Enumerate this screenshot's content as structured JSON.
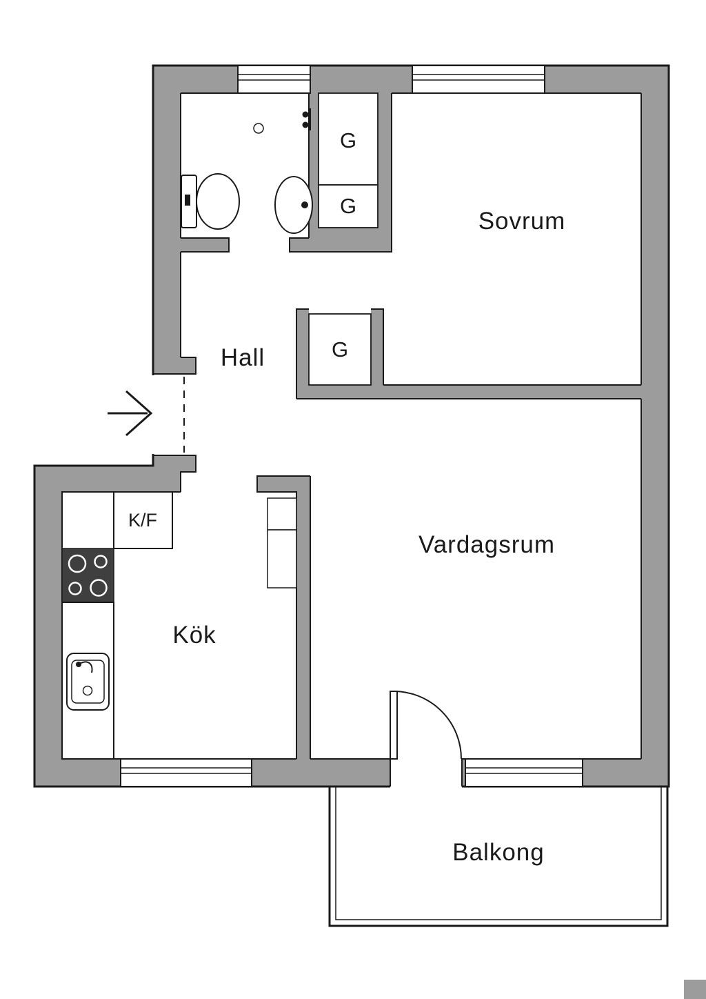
{
  "colors": {
    "wall": "#9c9c9c",
    "line": "#1a1a1a",
    "floor": "#ffffff",
    "appliance_dark": "#3f3f3f"
  },
  "rooms": {
    "sovrum": {
      "label": "Sovrum"
    },
    "hall": {
      "label": "Hall"
    },
    "kok": {
      "label": "Kök"
    },
    "vardagsrum": {
      "label": "Vardagsrum"
    },
    "balkong": {
      "label": "Balkong"
    }
  },
  "closets": {
    "g_top": {
      "label": "G"
    },
    "g_mid": {
      "label": "G"
    },
    "g_hall": {
      "label": "G"
    }
  },
  "appliances": {
    "fridge_freezer": {
      "label": "K/F"
    }
  }
}
